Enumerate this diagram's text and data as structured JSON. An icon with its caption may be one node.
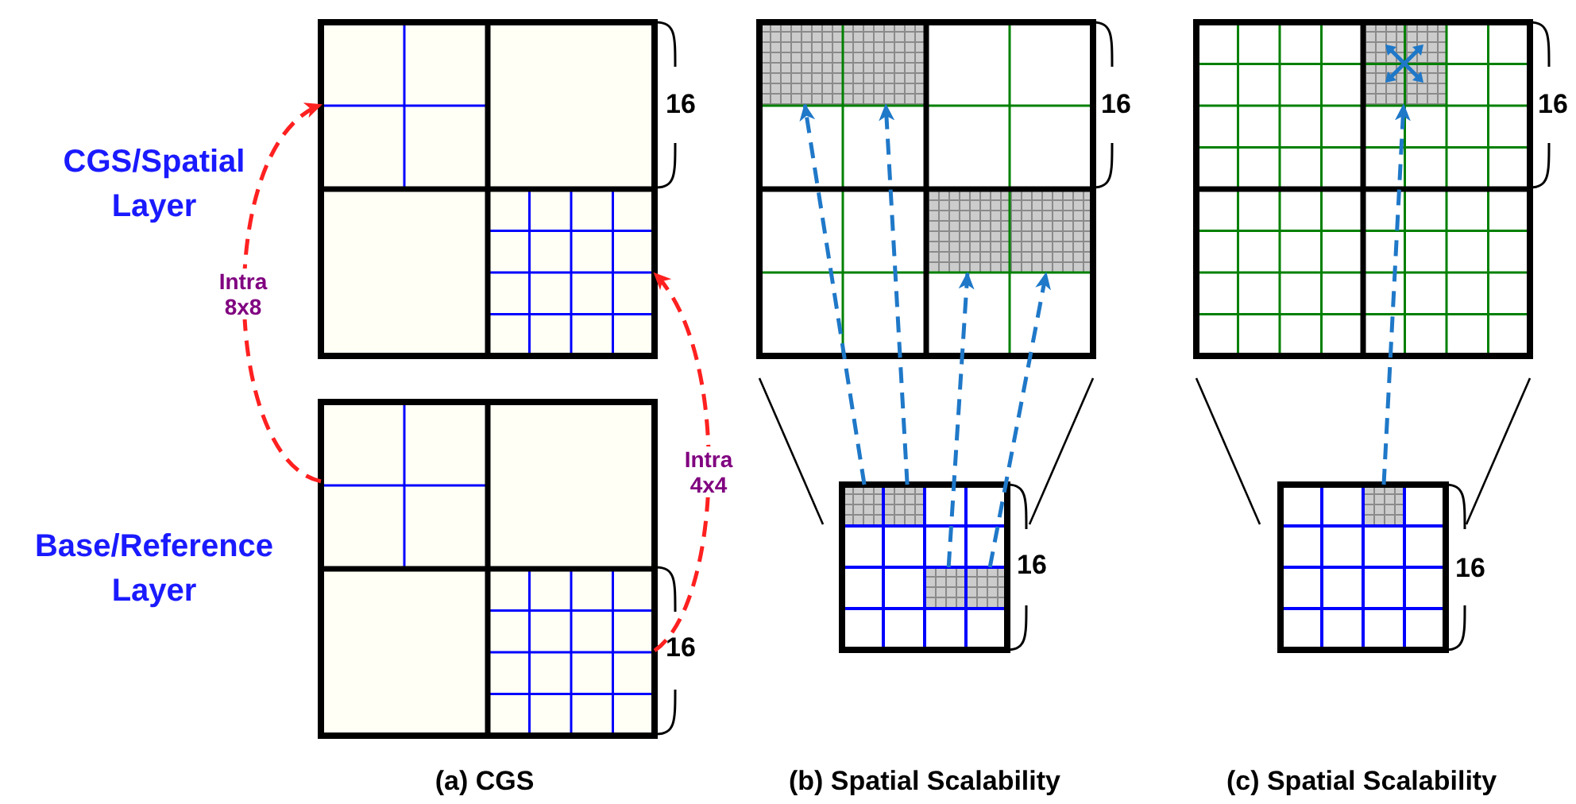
{
  "diagram": {
    "nodes": [
      {
        "text": [],
        "shape": "box"
      },
      {
        "text": [],
        "shape": "box"
      },
      {
        "text": [],
        "shape": "box"
      },
      {
        "text": [],
        "shape": "box"
      },
      {
        "text": [],
        "shape": "box"
      },
      {
        "text": [],
        "shape": "box"
      },
      {
        "text": [],
        "shape": "box"
      },
      {
        "text": [],
        "shape": "box"
      },
      {
        "text": [],
        "shape": "box"
      },
      {
        "text": [],
        "shape": "box"
      },
      {
        "text": [],
        "shape": "box"
      },
      {
        "text": [],
        "shape": "box"
      },
      {
        "text": [],
        "shape": "box"
      },
      {
        "text": [],
        "shape": "box"
      }
    ],
    "edges": [
      {
        "from": 2,
        "to": 0,
        "arrow": "to",
        "label": "Intra 8x8",
        "style": "dashed",
        "color": "#ff2020"
      },
      {
        "from": 3,
        "to": 1,
        "arrow": "to",
        "label": "Intra 4x4",
        "style": "dashed",
        "color": "#ff2020"
      },
      {
        "from": 8,
        "to": 4,
        "arrow": "to",
        "style": "dashed"
      },
      {
        "from": 9,
        "to": 5,
        "arrow": "to",
        "style": "dashed"
      },
      {
        "from": 10,
        "to": 6,
        "arrow": "to",
        "style": "dashed"
      },
      {
        "from": 11,
        "to": 7,
        "arrow": "to",
        "style": "dashed"
      },
      {
        "from": 13,
        "to": 12,
        "arrow": "to",
        "style": "dashed"
      }
    ],
    "labels": [
      "CGS/Spatial Layer",
      "16",
      "16",
      "16",
      "Base/Reference Layer",
      "16",
      "16",
      "16",
      "(a) CGS",
      "(b) Spatial Scalability",
      "(c) Spatial Scalability"
    ]
  }
}
